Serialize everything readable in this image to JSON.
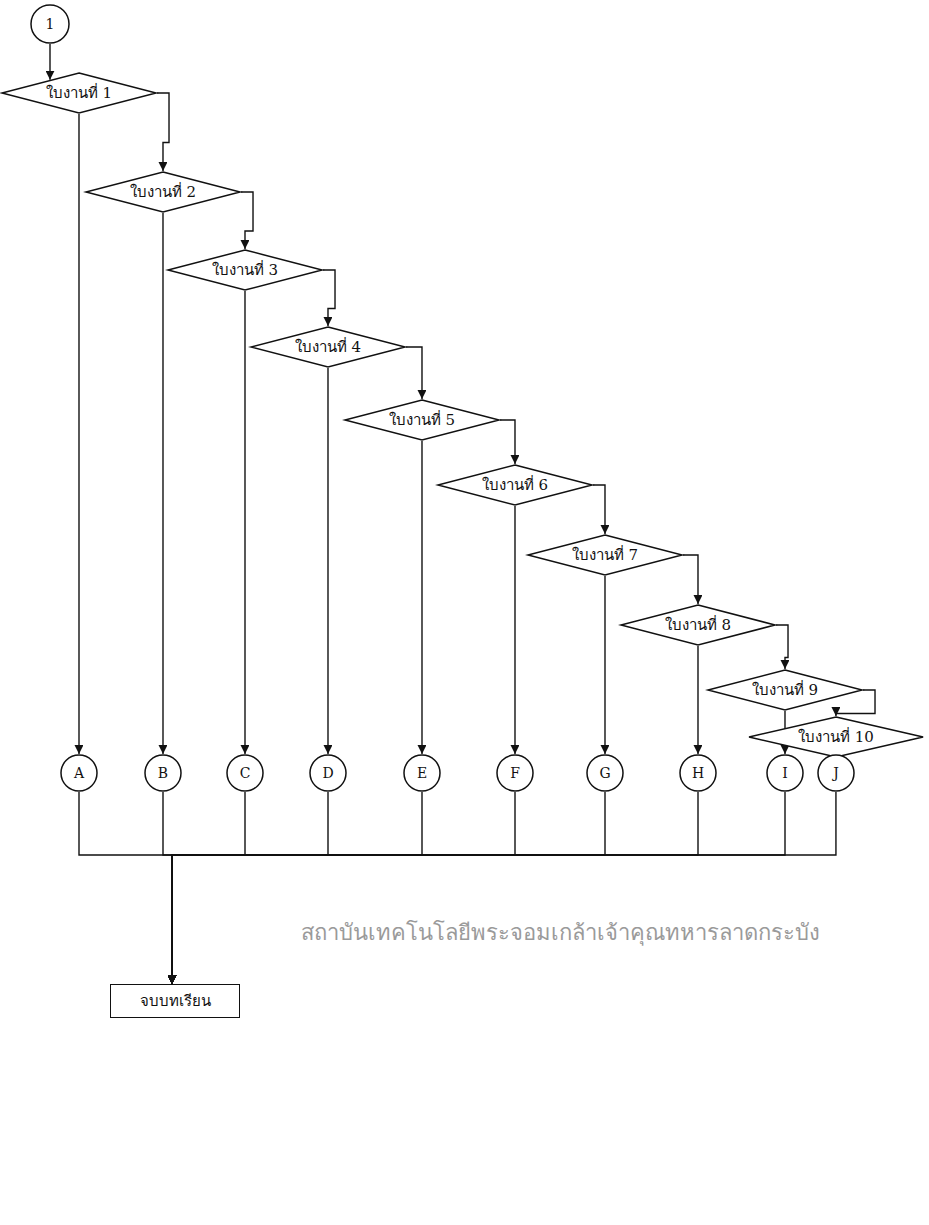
{
  "diagram": {
    "nodes": [
      {
        "text": [
          "1"
        ]
      },
      {
        "text": [
          "ใบงานที่ 1"
        ]
      },
      {
        "text": [
          "ใบงานที่ 2"
        ]
      },
      {
        "text": [
          "ใบงานที่ 3"
        ]
      },
      {
        "text": [
          "ใบงานที่ 4"
        ]
      },
      {
        "text": [
          "ใบงานที่ 5"
        ]
      },
      {
        "text": [
          "ใบงานที่ 6"
        ]
      },
      {
        "text": [
          "ใบงานที่ 7"
        ]
      },
      {
        "text": [
          "ใบงานที่ 8"
        ]
      },
      {
        "text": [
          "ใบงานที่ 9"
        ]
      },
      {
        "text": [
          "ใบงานที่ 10"
        ]
      },
      {
        "text": [
          "A"
        ]
      },
      {
        "text": [
          "B"
        ]
      },
      {
        "text": [
          "C"
        ]
      },
      {
        "text": [
          "D"
        ]
      },
      {
        "text": [
          "E"
        ]
      },
      {
        "text": [
          "F"
        ]
      },
      {
        "text": [
          "G"
        ]
      },
      {
        "text": [
          "H"
        ]
      },
      {
        "text": [
          "I"
        ]
      },
      {
        "text": [
          "J"
        ]
      },
      {
        "text": [
          "จบบทเรียน"
        ]
      }
    ],
    "edges": [
      {
        "from": 0,
        "to": 1,
        "arrow": "to"
      },
      {
        "from": 1,
        "to": 2,
        "arrow": "to"
      },
      {
        "from": 2,
        "to": 3,
        "arrow": "to"
      },
      {
        "from": 3,
        "to": 4,
        "arrow": "to"
      },
      {
        "from": 4,
        "to": 5,
        "arrow": "to"
      },
      {
        "from": 5,
        "to": 6,
        "arrow": "to"
      },
      {
        "from": 6,
        "to": 7,
        "arrow": "to"
      },
      {
        "from": 7,
        "to": 8,
        "arrow": "to"
      },
      {
        "from": 8,
        "to": 9,
        "arrow": "to"
      },
      {
        "from": 9,
        "to": 10,
        "arrow": "to"
      },
      {
        "from": 1,
        "to": 11,
        "arrow": "to"
      },
      {
        "from": 2,
        "to": 12,
        "arrow": "to"
      },
      {
        "from": 3,
        "to": 13,
        "arrow": "to"
      },
      {
        "from": 4,
        "to": 14,
        "arrow": "to"
      },
      {
        "from": 5,
        "to": 15,
        "arrow": "to"
      },
      {
        "from": 6,
        "to": 16,
        "arrow": "to"
      },
      {
        "from": 7,
        "to": 17,
        "arrow": "to"
      },
      {
        "from": 8,
        "to": 18,
        "arrow": "to"
      },
      {
        "from": 9,
        "to": 19,
        "arrow": "to"
      },
      {
        "from": 10,
        "to": 20,
        "arrow": "to"
      },
      {
        "from": 11,
        "to": 21,
        "arrow": "to"
      },
      {
        "from": 12,
        "to": 21,
        "arrow": "to"
      },
      {
        "from": 13,
        "to": 21,
        "arrow": "to"
      },
      {
        "from": 14,
        "to": 21,
        "arrow": "to"
      },
      {
        "from": 15,
        "to": 21,
        "arrow": "to"
      },
      {
        "from": 16,
        "to": 21,
        "arrow": "to"
      },
      {
        "from": 17,
        "to": 21,
        "arrow": "to"
      },
      {
        "from": 18,
        "to": 21,
        "arrow": "to"
      },
      {
        "from": 19,
        "to": 21,
        "arrow": "to"
      },
      {
        "from": 20,
        "to": 21,
        "arrow": "to"
      }
    ],
    "labels": [
      "สถาบันเทคโนโลยีพระจอมเกล้าเจ้าคุณทหารลาดกระบัง"
    ]
  }
}
